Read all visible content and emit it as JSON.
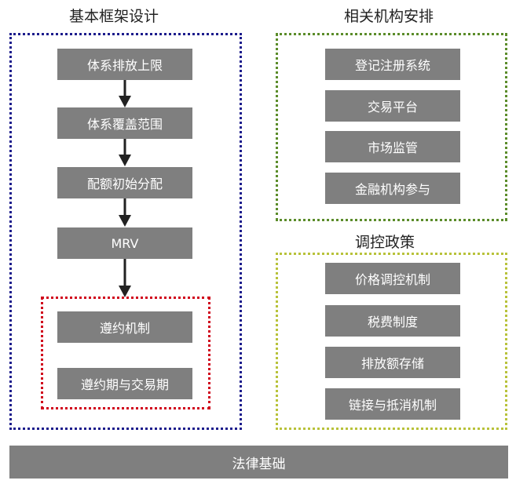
{
  "colors": {
    "box_fill": "#7f7f7f",
    "left_border": "#1c1c8c",
    "inner_border": "#d0021b",
    "right_top_border": "#5b8c2a",
    "right_bottom_border": "#b8c23a"
  },
  "left": {
    "title": "基本框架设计",
    "steps": [
      "体系排放上限",
      "体系覆盖范围",
      "配额初始分配",
      "MRV"
    ],
    "compliance": [
      "遵约机制",
      "遵约期与交易期"
    ]
  },
  "right_top": {
    "title": "相关机构安排",
    "items": [
      "登记注册系统",
      "交易平台",
      "市场监管",
      "金融机构参与"
    ]
  },
  "right_bottom": {
    "title": "调控政策",
    "items": [
      "价格调控机制",
      "税费制度",
      "排放额存储",
      "链接与抵消机制"
    ]
  },
  "foundation": "法律基础"
}
